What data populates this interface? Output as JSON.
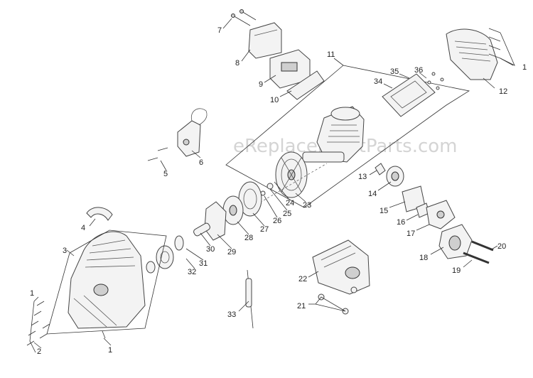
{
  "watermark": "eReplacementParts.com",
  "callouts": {
    "c1_top_right": "1",
    "c1_left": "1",
    "c1_bottom": "1",
    "c2": "2",
    "c3": "3",
    "c4": "4",
    "c5": "5",
    "c6": "6",
    "c7": "7",
    "c8": "8",
    "c9": "9",
    "c10": "10",
    "c11": "11",
    "c12": "12",
    "c13": "13",
    "c14": "14",
    "c15": "15",
    "c16": "16",
    "c17": "17",
    "c18": "18",
    "c19": "19",
    "c20": "20",
    "c21": "21",
    "c22": "22",
    "c23": "23",
    "c24": "24",
    "c25": "25",
    "c26": "26",
    "c27": "27",
    "c28": "28",
    "c29": "29",
    "c30": "30",
    "c31": "31",
    "c32": "32",
    "c33": "33",
    "c34": "34",
    "c35": "35",
    "c36": "36"
  }
}
